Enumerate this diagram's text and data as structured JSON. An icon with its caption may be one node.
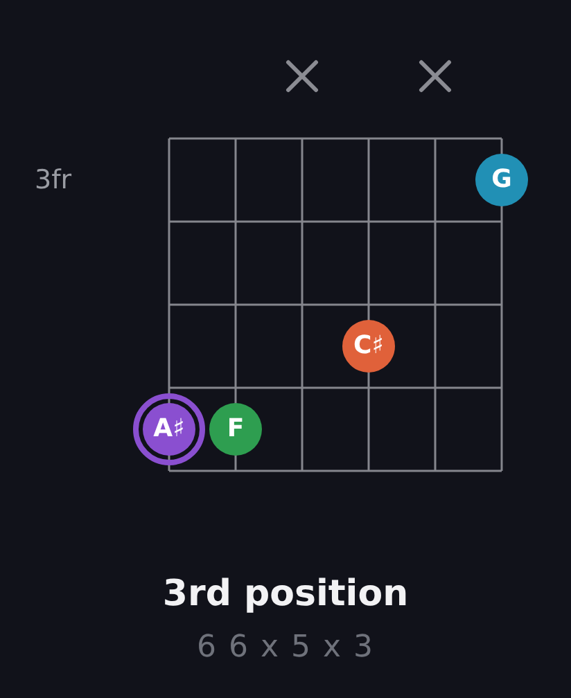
{
  "diagram": {
    "title": "3rd position",
    "caption": "6 6 x 5 x 3",
    "nodes": [
      {
        "text": [
          "G"
        ]
      },
      {
        "text": [
          "C♯"
        ]
      },
      {
        "text": [
          "A♯"
        ]
      },
      {
        "text": [
          "F"
        ]
      }
    ],
    "labels": [
      "3fr"
    ]
  }
}
